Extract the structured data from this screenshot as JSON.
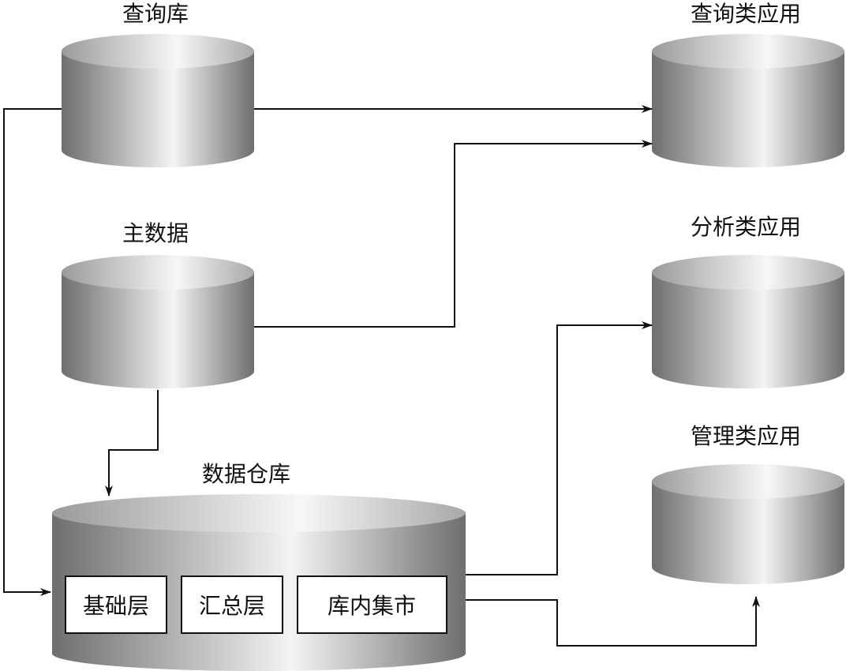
{
  "colors": {
    "cylinder_dark": "#6e6e6e",
    "cylinder_light": "#f4f4f4",
    "line": "#111111",
    "box_fill": "#ffffff"
  },
  "nodes": {
    "query_db": {
      "label": "查询库"
    },
    "master_data": {
      "label": "主数据"
    },
    "data_warehouse": {
      "label": "数据仓库",
      "layers": [
        "基础层",
        "汇总层",
        "库内集市"
      ]
    },
    "query_apps": {
      "label": "查询类应用"
    },
    "analysis_apps": {
      "label": "分析类应用"
    },
    "management_apps": {
      "label": "管理类应用"
    }
  }
}
